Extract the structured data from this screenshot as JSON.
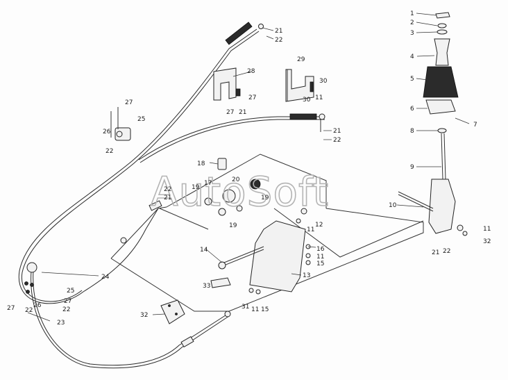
{
  "watermark": "AutoSoft",
  "callouts": [
    {
      "id": "c1",
      "text": "1"
    },
    {
      "id": "c2",
      "text": "2"
    },
    {
      "id": "c3",
      "text": "3"
    },
    {
      "id": "c4",
      "text": "4"
    },
    {
      "id": "c5",
      "text": "5"
    },
    {
      "id": "c6",
      "text": "6"
    },
    {
      "id": "c7",
      "text": "7"
    },
    {
      "id": "c8",
      "text": "8"
    },
    {
      "id": "c9",
      "text": "9"
    },
    {
      "id": "c10",
      "text": "10"
    },
    {
      "id": "c11a",
      "text": "11"
    },
    {
      "id": "c32a",
      "text": "32"
    },
    {
      "id": "c21a",
      "text": "21"
    },
    {
      "id": "c22a",
      "text": "22"
    },
    {
      "id": "c21b",
      "text": "21"
    },
    {
      "id": "c22b",
      "text": "22"
    },
    {
      "id": "c28",
      "text": "28"
    },
    {
      "id": "c27a",
      "text": "27"
    },
    {
      "id": "c27b",
      "text": "27"
    },
    {
      "id": "c21c",
      "text": "21"
    },
    {
      "id": "c29",
      "text": "29"
    },
    {
      "id": "c30a",
      "text": "30"
    },
    {
      "id": "c30b",
      "text": "30"
    },
    {
      "id": "c11b",
      "text": "11"
    },
    {
      "id": "c21d",
      "text": "21"
    },
    {
      "id": "c22c",
      "text": "22"
    },
    {
      "id": "c27c",
      "text": "27"
    },
    {
      "id": "c26a",
      "text": "26"
    },
    {
      "id": "c25a",
      "text": "25"
    },
    {
      "id": "c22d",
      "text": "22"
    },
    {
      "id": "c18",
      "text": "18"
    },
    {
      "id": "c20",
      "text": "20"
    },
    {
      "id": "c22e",
      "text": "22"
    },
    {
      "id": "c21e",
      "text": "21"
    },
    {
      "id": "c19a",
      "text": "19"
    },
    {
      "id": "c17",
      "text": "17"
    },
    {
      "id": "c19b",
      "text": "19"
    },
    {
      "id": "c19c",
      "text": "19"
    },
    {
      "id": "c11c",
      "text": "11"
    },
    {
      "id": "c12",
      "text": "12"
    },
    {
      "id": "c14",
      "text": "14"
    },
    {
      "id": "c16",
      "text": "16"
    },
    {
      "id": "c11d",
      "text": "11"
    },
    {
      "id": "c15a",
      "text": "15"
    },
    {
      "id": "c13",
      "text": "13"
    },
    {
      "id": "c33",
      "text": "33"
    },
    {
      "id": "c31",
      "text": "31"
    },
    {
      "id": "c11e",
      "text": "11"
    },
    {
      "id": "c15b",
      "text": "15"
    },
    {
      "id": "c24",
      "text": "24"
    },
    {
      "id": "c25b",
      "text": "25"
    },
    {
      "id": "c27d",
      "text": "27"
    },
    {
      "id": "c22f",
      "text": "22"
    },
    {
      "id": "c27e",
      "text": "27"
    },
    {
      "id": "c26b",
      "text": "26"
    },
    {
      "id": "c22g",
      "text": "22"
    },
    {
      "id": "c23",
      "text": "23"
    },
    {
      "id": "c32b",
      "text": "32"
    },
    {
      "id": "c21f",
      "text": "21"
    },
    {
      "id": "c22h",
      "text": "22"
    }
  ]
}
